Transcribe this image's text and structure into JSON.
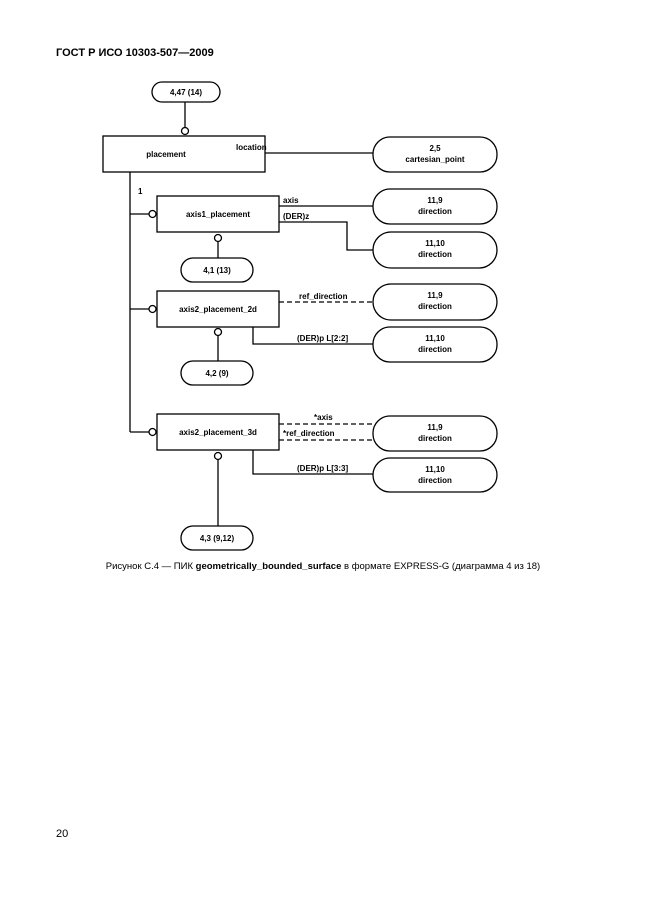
{
  "header": {
    "title": "ГОСТ Р ИСО 10303-507—2009"
  },
  "diagram": {
    "entities": {
      "placement": "placement",
      "axis1_placement": "axis1_placement",
      "axis2_placement_2d": "axis2_placement_2d",
      "axis2_placement_3d": "axis2_placement_3d"
    },
    "refs": {
      "top": "4,47 (14)",
      "ref_4_1": "4,1 (13)",
      "ref_4_2": "4,2 (9)",
      "ref_4_3": "4,3 (9,12)",
      "cartesian_num": "2,5",
      "cartesian_name": "cartesian_point",
      "dir_11_9": "11,9",
      "dir_11_10": "11,10",
      "direction": "direction"
    },
    "attributes": {
      "location": "location",
      "axis": "axis",
      "der_z": "(DER)z",
      "ref_direction": "ref_direction",
      "der_p_2": "(DER)p L[2:2]",
      "opt_axis": "*axis",
      "opt_ref_direction": "*ref_direction",
      "der_p_3": "(DER)p L[3:3]",
      "cardinality": "1"
    }
  },
  "caption": {
    "prefix": "Рисунок С.4 — ПИК ",
    "bold": "geometrically_bounded_surface",
    "suffix": " в формате EXPRESS-G (диаграмма  4 из 18)"
  },
  "page": {
    "number": "20"
  }
}
